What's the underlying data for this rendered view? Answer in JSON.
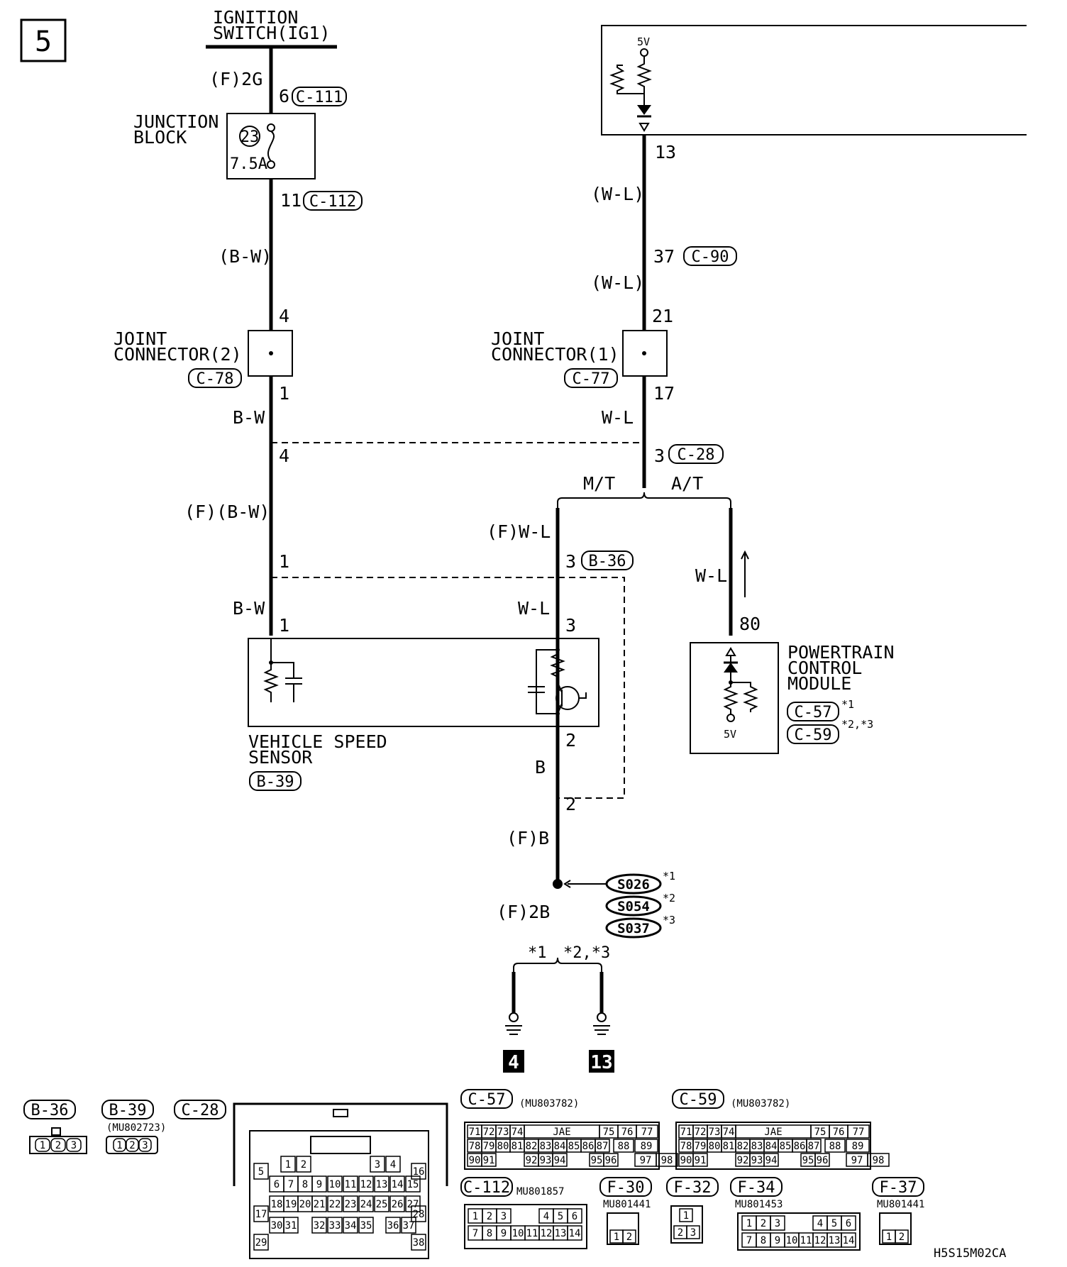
{
  "page_number": "5",
  "footer_code": "H5S15M02CA",
  "top": {
    "ignition_l1": "IGNITION",
    "ignition_l2": "SWITCH(IG1)",
    "wire_f2g": "(F)2G",
    "pin_6": "6",
    "conn_c111": "C-111",
    "jb_l1": "JUNCTION",
    "jb_l2": "BLOCK",
    "fuse_no": "23",
    "fuse_amp": "7.5A",
    "pin_11": "11",
    "conn_c112": "C-112",
    "wire_bw_paren": "(B-W)",
    "pcm_5v": "5V",
    "pin_13": "13",
    "wire_wl_a": "(W-L)",
    "pin_37": "37",
    "conn_c90": "C-90",
    "wire_wl_b": "(W-L)"
  },
  "middle": {
    "pin_4a": "4",
    "jc2_l1": "JOINT",
    "jc2_l2": "CONNECTOR(2)",
    "conn_c78": "C-78",
    "pin_1a": "1",
    "wire_bw_1": "B-W",
    "pin_4b": "4",
    "pin_21": "21",
    "jc1_l1": "JOINT",
    "jc1_l2": "CONNECTOR(1)",
    "conn_c77": "C-77",
    "pin_17": "17",
    "wire_wl_1": "W-L",
    "pin_3a": "3",
    "conn_c28": "C-28",
    "mt": "M/T",
    "at": "A/T",
    "wire_f_bw": "(F)(B-W)",
    "pin_1b": "1",
    "wire_bw_2": "B-W",
    "pin_1c": "1",
    "wire_f_wl": "(F)W-L",
    "pin_3b": "3",
    "conn_b36": "B-36",
    "wire_wl_2": "W-L",
    "pin_3c": "3",
    "wire_wl_3": "W-L",
    "pin_80": "80",
    "pcm_l1": "POWERTRAIN",
    "pcm_l2": "CONTROL",
    "pcm_l3": "MODULE",
    "conn_c57": "C-57",
    "note_c57": "*1",
    "conn_c59": "C-59",
    "note_c59": "*2,*3",
    "pcm_5v_b": "5V"
  },
  "lower": {
    "vss_l1": "VEHICLE SPEED",
    "vss_l2": "SENSOR",
    "conn_b39": "B-39",
    "pin_2a": "2",
    "wire_b": "B",
    "pin_2b": "2",
    "wire_fb": "(F)B",
    "wire_f2b": "(F)2B",
    "splice_1": "S026",
    "splice_1_note": "*1",
    "splice_2": "S054",
    "splice_2_note": "*2",
    "splice_3": "S037",
    "splice_3_note": "*3",
    "branch_left": "*1",
    "branch_right": "*2,*3",
    "ground_1": "4",
    "ground_2": "13"
  },
  "connectors": {
    "b36": {
      "label": "B-36",
      "pins": [
        "1",
        "2",
        "3"
      ]
    },
    "b39": {
      "label": "B-39",
      "part": "(MU802723)",
      "pins": [
        "1",
        "2",
        "3"
      ]
    },
    "c28": {
      "label": "C-28",
      "rows": [
        [
          "1",
          "2",
          "",
          "3",
          "4"
        ],
        [
          "6",
          "7",
          "8",
          "9",
          "10",
          "11",
          "12",
          "13",
          "14",
          "15"
        ],
        [
          "18",
          "19",
          "20",
          "21",
          "22",
          "23",
          "24",
          "25",
          "26",
          "27"
        ],
        [
          "30",
          "31",
          "32",
          "33",
          "34",
          "35",
          "36",
          "37"
        ]
      ],
      "side": [
        "5",
        "16",
        "17",
        "28",
        "29",
        "38"
      ]
    },
    "c57": {
      "label": "C-57",
      "part": "(MU803782)",
      "row1": [
        "71",
        "72",
        "73",
        "74",
        "JAE",
        "75",
        "76",
        "77"
      ],
      "row2": [
        "78",
        "79",
        "80",
        "81",
        "82",
        "83",
        "84",
        "85",
        "86",
        "87",
        "88",
        "89"
      ],
      "row3": [
        "90",
        "91",
        "92",
        "93",
        "94",
        "95",
        "96",
        "97",
        "98"
      ]
    },
    "c59": {
      "label": "C-59",
      "part": "(MU803782)",
      "row1": [
        "71",
        "72",
        "73",
        "74",
        "JAE",
        "75",
        "76",
        "77"
      ],
      "row2": [
        "78",
        "79",
        "80",
        "81",
        "82",
        "83",
        "84",
        "85",
        "86",
        "87",
        "88",
        "89"
      ],
      "row3": [
        "90",
        "91",
        "92",
        "93",
        "94",
        "95",
        "96",
        "97",
        "98"
      ]
    },
    "c112": {
      "label": "C-112",
      "part": "MU801857",
      "row1": [
        "1",
        "2",
        "3",
        "4",
        "5",
        "6"
      ],
      "row2": [
        "7",
        "8",
        "9",
        "10",
        "11",
        "12",
        "13",
        "14"
      ]
    },
    "f30": {
      "label": "F-30",
      "part": "MU801441",
      "pins": [
        "1",
        "2"
      ]
    },
    "f32": {
      "label": "F-32",
      "pins": [
        "1",
        "2",
        "3"
      ]
    },
    "f34": {
      "label": "F-34",
      "part": "MU801453",
      "row1": [
        "1",
        "2",
        "3",
        "4",
        "5",
        "6"
      ],
      "row2": [
        "7",
        "8",
        "9",
        "10",
        "11",
        "12",
        "13",
        "14"
      ]
    },
    "f37": {
      "label": "F-37",
      "part": "MU801441",
      "pins": [
        "1",
        "2"
      ]
    }
  }
}
